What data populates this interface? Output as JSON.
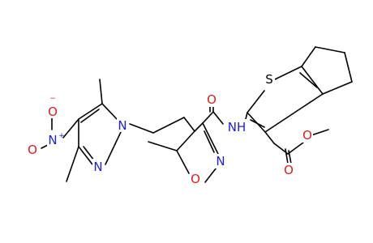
{
  "colors": {
    "background": "#ffffff",
    "bond": "#000000",
    "carbon_text": "#000000",
    "nitrogen": "#1f1fd6",
    "oxygen": "#d61f1f",
    "sulfur": "#000000"
  },
  "atoms": {
    "S": "S",
    "N_amide": "NH",
    "O_amide": "O",
    "N_isox": "N",
    "O_isox": "O",
    "O_ester_carbonyl": "O",
    "O_ester_ether": "O",
    "N_pyr1": "N",
    "N_pyr2": "N",
    "N_nitro": "N",
    "O_nitro_upper": "O",
    "O_nitro_left": "O"
  },
  "charges": {
    "N_nitro": "+",
    "O_nitro_upper": "−"
  }
}
